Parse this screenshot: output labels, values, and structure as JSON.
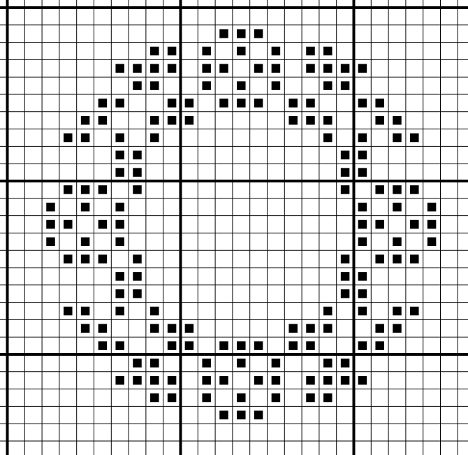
{
  "diagram": {
    "type": "cross-stitch-chart",
    "grid": {
      "columns": 27,
      "rows": 26,
      "major_every": 10,
      "line_color": "#000000",
      "background": "#ffffff"
    },
    "stitch_color": "#000000",
    "filled_cells": [
      [
        1,
        12
      ],
      [
        1,
        13
      ],
      [
        1,
        14
      ],
      [
        2,
        8
      ],
      [
        2,
        9
      ],
      [
        2,
        11
      ],
      [
        2,
        13
      ],
      [
        2,
        15
      ],
      [
        2,
        17
      ],
      [
        2,
        18
      ],
      [
        3,
        6
      ],
      [
        3,
        7
      ],
      [
        3,
        8
      ],
      [
        3,
        9
      ],
      [
        3,
        11
      ],
      [
        3,
        12
      ],
      [
        3,
        14
      ],
      [
        3,
        15
      ],
      [
        3,
        17
      ],
      [
        3,
        18
      ],
      [
        3,
        19
      ],
      [
        3,
        20
      ],
      [
        4,
        7
      ],
      [
        4,
        8
      ],
      [
        4,
        11
      ],
      [
        4,
        13
      ],
      [
        4,
        15
      ],
      [
        4,
        18
      ],
      [
        4,
        19
      ],
      [
        5,
        5
      ],
      [
        5,
        6
      ],
      [
        5,
        9
      ],
      [
        5,
        10
      ],
      [
        5,
        12
      ],
      [
        5,
        13
      ],
      [
        5,
        14
      ],
      [
        5,
        16
      ],
      [
        5,
        17
      ],
      [
        5,
        20
      ],
      [
        5,
        21
      ],
      [
        6,
        4
      ],
      [
        6,
        5
      ],
      [
        6,
        8
      ],
      [
        6,
        9
      ],
      [
        6,
        10
      ],
      [
        6,
        16
      ],
      [
        6,
        17
      ],
      [
        6,
        18
      ],
      [
        6,
        21
      ],
      [
        6,
        22
      ],
      [
        7,
        3
      ],
      [
        7,
        4
      ],
      [
        7,
        6
      ],
      [
        7,
        8
      ],
      [
        7,
        18
      ],
      [
        7,
        20
      ],
      [
        7,
        22
      ],
      [
        7,
        23
      ],
      [
        8,
        6
      ],
      [
        8,
        7
      ],
      [
        8,
        19
      ],
      [
        8,
        20
      ],
      [
        9,
        6
      ],
      [
        9,
        7
      ],
      [
        9,
        19
      ],
      [
        9,
        20
      ],
      [
        10,
        3
      ],
      [
        10,
        4
      ],
      [
        10,
        5
      ],
      [
        10,
        7
      ],
      [
        10,
        19
      ],
      [
        10,
        21
      ],
      [
        10,
        22
      ],
      [
        10,
        23
      ],
      [
        11,
        2
      ],
      [
        11,
        4
      ],
      [
        11,
        6
      ],
      [
        11,
        20
      ],
      [
        11,
        22
      ],
      [
        11,
        24
      ],
      [
        12,
        2
      ],
      [
        12,
        3
      ],
      [
        12,
        5
      ],
      [
        12,
        6
      ],
      [
        12,
        20
      ],
      [
        12,
        21
      ],
      [
        12,
        23
      ],
      [
        12,
        24
      ],
      [
        13,
        2
      ],
      [
        13,
        4
      ],
      [
        13,
        6
      ],
      [
        13,
        20
      ],
      [
        13,
        22
      ],
      [
        13,
        24
      ],
      [
        14,
        3
      ],
      [
        14,
        4
      ],
      [
        14,
        5
      ],
      [
        14,
        7
      ],
      [
        14,
        19
      ],
      [
        14,
        21
      ],
      [
        14,
        22
      ],
      [
        14,
        23
      ],
      [
        15,
        6
      ],
      [
        15,
        7
      ],
      [
        15,
        19
      ],
      [
        15,
        20
      ],
      [
        16,
        6
      ],
      [
        16,
        7
      ],
      [
        16,
        19
      ],
      [
        16,
        20
      ],
      [
        17,
        3
      ],
      [
        17,
        4
      ],
      [
        17,
        6
      ],
      [
        17,
        8
      ],
      [
        17,
        18
      ],
      [
        17,
        20
      ],
      [
        17,
        22
      ],
      [
        17,
        23
      ],
      [
        18,
        4
      ],
      [
        18,
        5
      ],
      [
        18,
        8
      ],
      [
        18,
        9
      ],
      [
        18,
        10
      ],
      [
        18,
        16
      ],
      [
        18,
        17
      ],
      [
        18,
        18
      ],
      [
        18,
        21
      ],
      [
        18,
        22
      ],
      [
        19,
        5
      ],
      [
        19,
        6
      ],
      [
        19,
        9
      ],
      [
        19,
        10
      ],
      [
        19,
        12
      ],
      [
        19,
        13
      ],
      [
        19,
        14
      ],
      [
        19,
        16
      ],
      [
        19,
        17
      ],
      [
        19,
        20
      ],
      [
        19,
        21
      ],
      [
        20,
        7
      ],
      [
        20,
        8
      ],
      [
        20,
        11
      ],
      [
        20,
        13
      ],
      [
        20,
        15
      ],
      [
        20,
        18
      ],
      [
        20,
        19
      ],
      [
        21,
        6
      ],
      [
        21,
        7
      ],
      [
        21,
        8
      ],
      [
        21,
        9
      ],
      [
        21,
        11
      ],
      [
        21,
        12
      ],
      [
        21,
        14
      ],
      [
        21,
        15
      ],
      [
        21,
        17
      ],
      [
        21,
        18
      ],
      [
        21,
        19
      ],
      [
        21,
        20
      ],
      [
        22,
        8
      ],
      [
        22,
        9
      ],
      [
        22,
        11
      ],
      [
        22,
        13
      ],
      [
        22,
        15
      ],
      [
        22,
        17
      ],
      [
        22,
        18
      ],
      [
        23,
        12
      ],
      [
        23,
        13
      ],
      [
        23,
        14
      ]
    ]
  }
}
